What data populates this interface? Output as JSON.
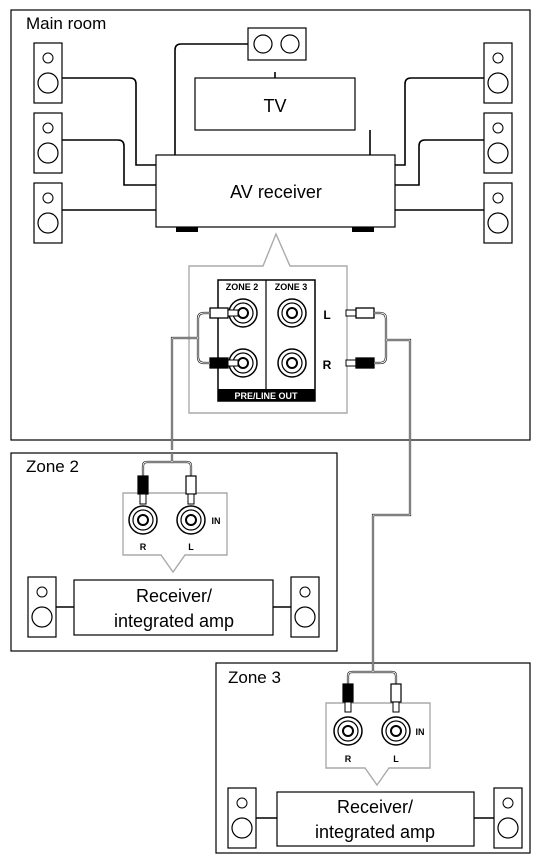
{
  "rooms": {
    "main": "Main room",
    "zone2": "Zone 2",
    "zone3": "Zone 3"
  },
  "devices": {
    "tv": "TV",
    "av_receiver": "AV receiver",
    "zone_receiver_line1": "Receiver/",
    "zone_receiver_line2": "integrated amp"
  },
  "terminal_panel": {
    "zone2_label": "ZONE 2",
    "zone3_label": "ZONE 3",
    "output_label": "PRE/LINE OUT",
    "left_label": "L",
    "right_label": "R"
  },
  "input_jacks": {
    "in_label": "IN",
    "right_label": "R",
    "left_label": "L"
  }
}
